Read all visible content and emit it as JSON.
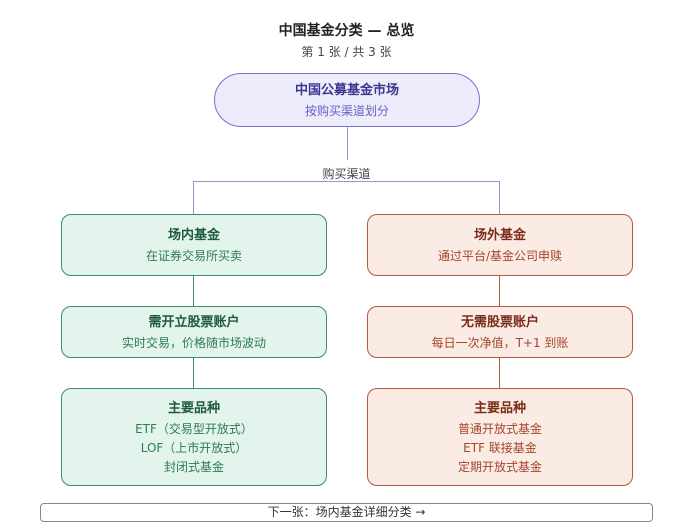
{
  "header": {
    "title": "中国基金分类 — 总览",
    "page_indicator": "第 1 张 / 共 3 张"
  },
  "root": {
    "title": "中国公募基金市场",
    "subtitle": "按购买渠道划分"
  },
  "branch_label": "购买渠道",
  "left": {
    "channel": {
      "title": "场内基金",
      "text": "在证券交易所买卖"
    },
    "requirement": {
      "title": "需开立股票账户",
      "text": "实时交易，价格随市场波动"
    },
    "types": {
      "title": "主要品种",
      "items": [
        "ETF（交易型开放式）",
        "LOF（上市开放式）",
        "封闭式基金"
      ]
    }
  },
  "right": {
    "channel": {
      "title": "场外基金",
      "text": "通过平台/基金公司申赎"
    },
    "requirement": {
      "title": "无需股票账户",
      "text": "每日一次净值，T+1 到账"
    },
    "types": {
      "title": "主要品种",
      "items": [
        "普通开放式基金",
        "ETF 联接基金",
        "定期开放式基金"
      ]
    }
  },
  "next_button": "下一张：场内基金详细分类 →"
}
